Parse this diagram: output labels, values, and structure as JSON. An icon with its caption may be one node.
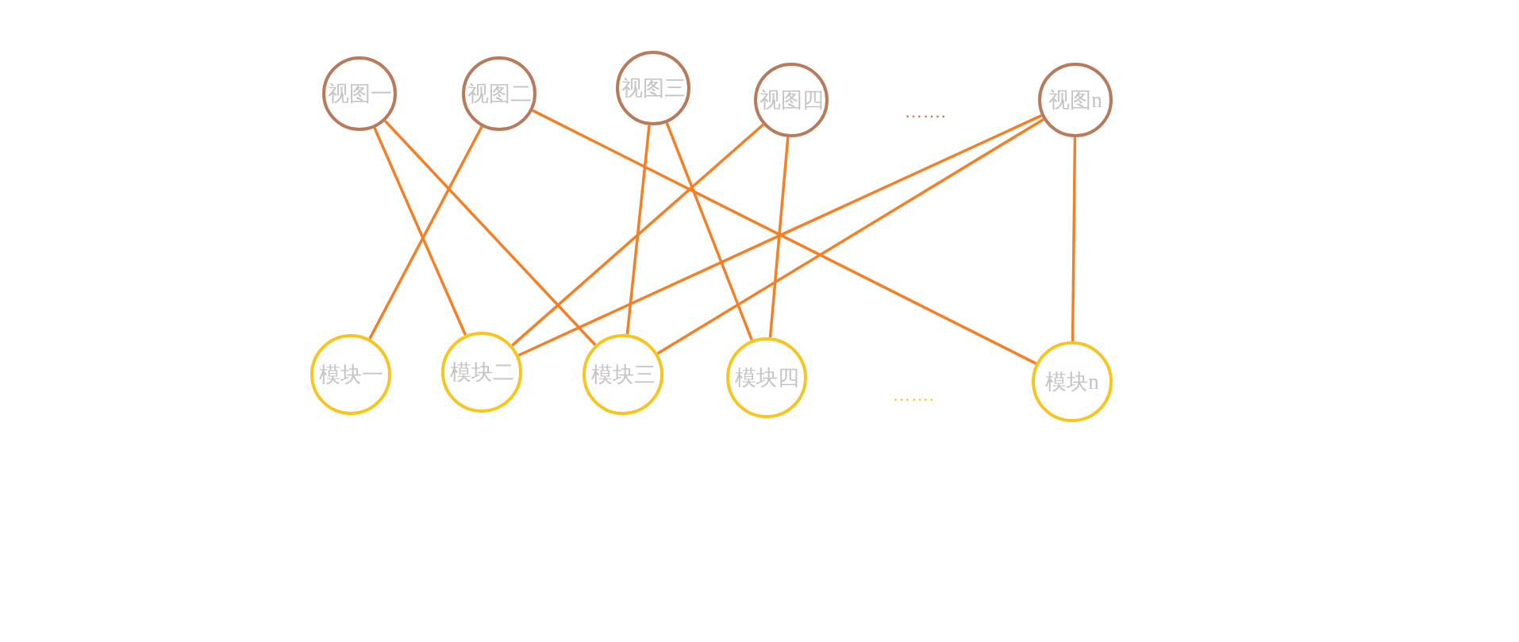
{
  "diagram": {
    "nodes": [
      {
        "text": [
          "视图一"
        ]
      },
      {
        "text": [
          "视图二"
        ]
      },
      {
        "text": [
          "视图三"
        ]
      },
      {
        "text": [
          "视图四"
        ]
      },
      {
        "text": [
          "视图n"
        ]
      },
      {
        "text": [
          "模块一"
        ]
      },
      {
        "text": [
          "模块二"
        ]
      },
      {
        "text": [
          "模块三"
        ]
      },
      {
        "text": [
          "模块四"
        ]
      },
      {
        "text": [
          "模块n"
        ]
      }
    ],
    "edges": [
      {
        "from": 0,
        "to": 6,
        "arrow": "none"
      },
      {
        "from": 0,
        "to": 7,
        "arrow": "none"
      },
      {
        "from": 1,
        "to": 5,
        "arrow": "none"
      },
      {
        "from": 1,
        "to": 9,
        "arrow": "none"
      },
      {
        "from": 2,
        "to": 7,
        "arrow": "none"
      },
      {
        "from": 2,
        "to": 8,
        "arrow": "none"
      },
      {
        "from": 3,
        "to": 6,
        "arrow": "none"
      },
      {
        "from": 3,
        "to": 8,
        "arrow": "none"
      },
      {
        "from": 4,
        "to": 6,
        "arrow": "none"
      },
      {
        "from": 4,
        "to": 7,
        "arrow": "none"
      },
      {
        "from": 4,
        "to": 9,
        "arrow": "none"
      }
    ],
    "labels": [
      "…….",
      "……."
    ]
  }
}
